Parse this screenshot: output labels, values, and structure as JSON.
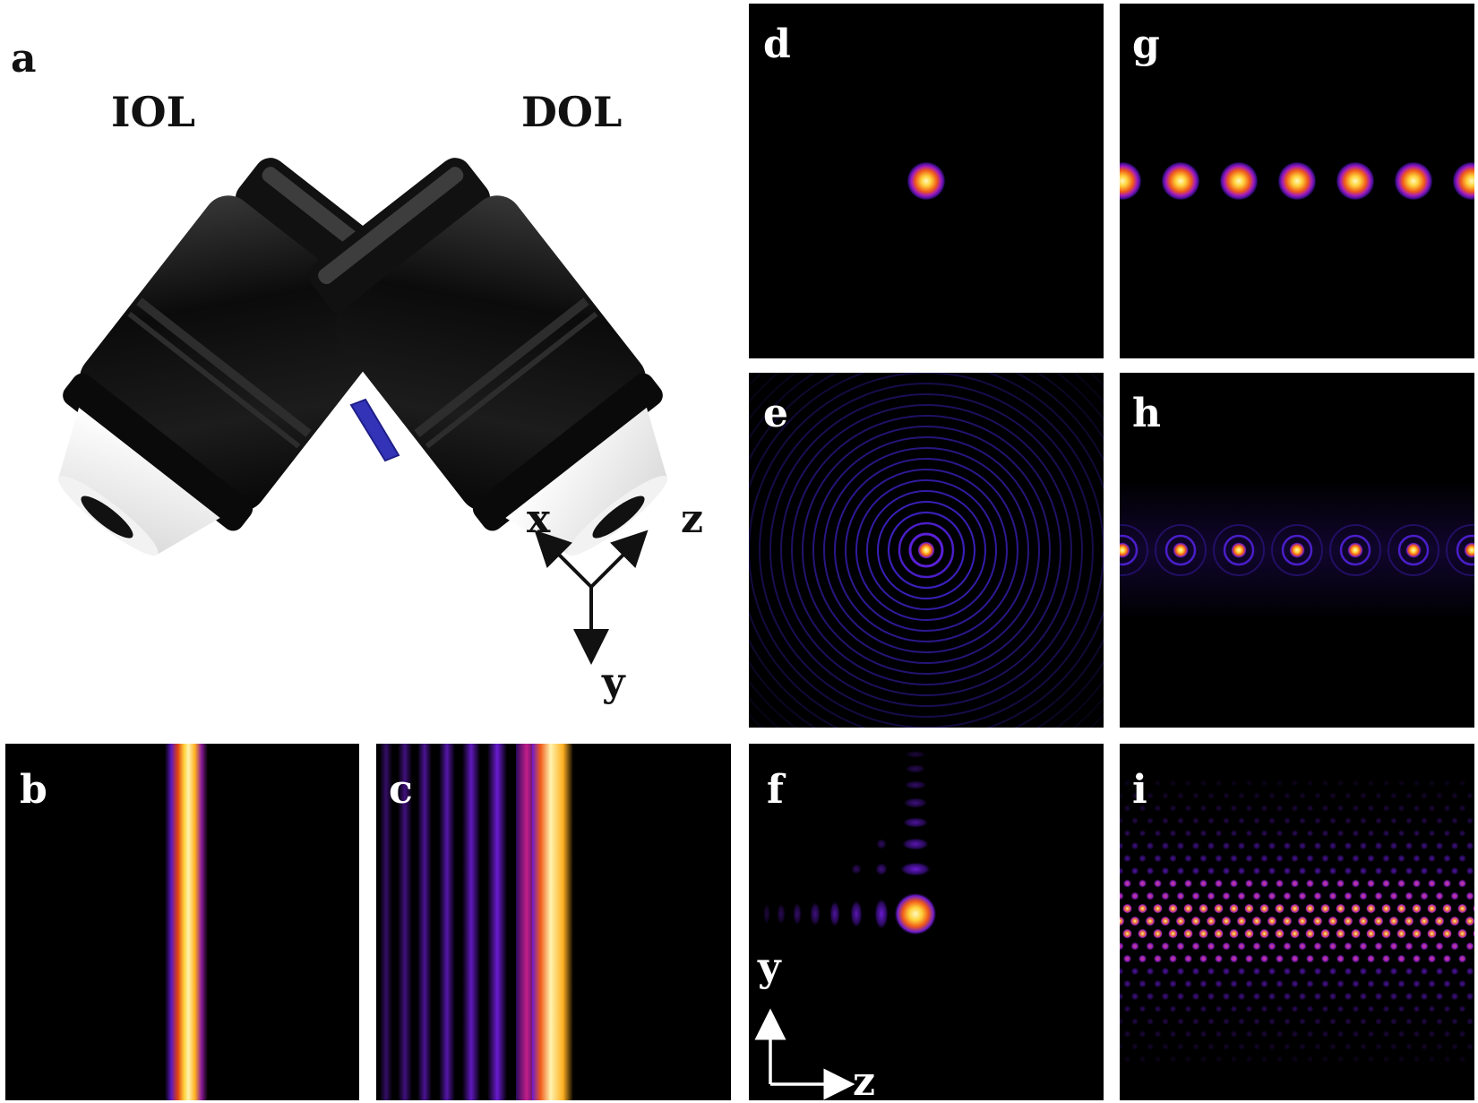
{
  "figure": {
    "panel_a": {
      "label": "a",
      "left_objective": "IOL",
      "right_objective": "DOL",
      "axes": {
        "x": "x",
        "z": "z",
        "y": "y"
      }
    },
    "panels": {
      "b": "b",
      "c": "c",
      "d": "d",
      "e": "e",
      "f": "f",
      "g": "g",
      "h": "h",
      "i": "i"
    },
    "panel_f_axes": {
      "vertical": "y",
      "horizontal": "z"
    }
  },
  "colors": {
    "background": "#000000",
    "colormap": [
      "#000000",
      "#2a0a5e",
      "#6a1bd1",
      "#c21f8a",
      "#f05a1a",
      "#ffd23a",
      "#fff4b0"
    ],
    "light_sheet_edge": "#2b2ba8"
  }
}
